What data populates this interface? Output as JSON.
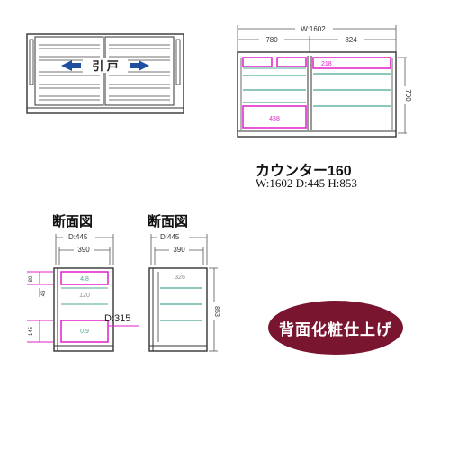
{
  "front_view": {
    "door_label": "引 戸"
  },
  "elevation": {
    "overall_width": "W:1602",
    "left_width": "780",
    "right_width": "824",
    "height_mark": "700",
    "right_top_shelf": "218",
    "left_bottom_drawer": "438"
  },
  "product": {
    "name": "カウンター160",
    "dimensions": "W:1602 D:445 H:853"
  },
  "section_left": {
    "title": "断面図",
    "depth": "D:445",
    "inner_depth": "390",
    "heights": [
      "80",
      "46",
      "120",
      "145"
    ],
    "internal_depth_callout": "D:315",
    "inner_labels": [
      "4.8",
      "0.9"
    ]
  },
  "section_right": {
    "title": "断面図",
    "depth": "D:445",
    "inner_depth": "390",
    "inner_label": "326",
    "height": "853"
  },
  "badge": {
    "text": "背面化粧仕上げ",
    "color": "#7a1530"
  },
  "colors": {
    "line": "#333333",
    "shelf_teal": "#4aa894",
    "magenta": "#e020c8"
  }
}
